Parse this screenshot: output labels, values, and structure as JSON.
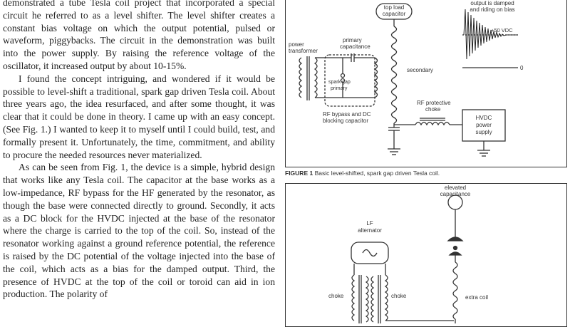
{
  "article": {
    "paragraphs": [
      "demonstrated a tube Tesla coil project that incorporated a special circuit he referred to as a level shifter. The level shifter creates a constant bias voltage on which the output potential, pulsed or waveform, piggybacks. The circuit in the demonstration was built into the power supply. By raising the reference voltage of the oscillator, it increased output by about 10-15%.",
      "I found the concept intriguing, and wondered if it would be possible to level-shift a traditional, spark gap driven Tesla coil. About three years ago, the idea resurfaced, and after some thought, it was clear that it could be done in theory. I came up with an easy concept. (See Fig. 1.) I wanted to keep it to myself until I could build, test, and formally present it. Unfortunately, the time, commitment, and ability to procure the needed resources never materialized.",
      "As can be seen from Fig. 1, the device is a simple, hybrid design that works like any Tesla coil. The capacitor at the base works as a low-impedance, RF bypass for the HF generated by the resonator, as though the base were connected directly to ground. Secondly, it acts as a DC block for the HVDC injected at the base of the resonator where the charge is carried to the top of the coil. So, instead of the resonator working against a ground reference potential, the reference is raised by the DC potential of the voltage injected into the base of the coil, which acts as a bias for the damped output. Third, the presence of HVDC at the top of the coil or toroid can aid in ion production. The polarity of"
    ]
  },
  "figure1": {
    "labels": {
      "top_load": [
        "top load",
        "capacitor"
      ],
      "output_note": [
        "output is damped",
        "and riding on bias"
      ],
      "bias_voltage": "+50 VDC",
      "zero": "0",
      "power_transformer": [
        "power",
        "transformer"
      ],
      "primary_capacitance": [
        "primary",
        "capacitance"
      ],
      "spark_gap": [
        "spark gap",
        "primary"
      ],
      "secondary": "secondary",
      "bypass_cap": [
        "RF bypass and DC",
        "blocking capacitor"
      ],
      "rf_choke": [
        "RF protective",
        "choke"
      ],
      "hvdc": [
        "HVDC",
        "power",
        "supply"
      ]
    },
    "caption_label": "FIGURE 1",
    "caption_text": " Basic level-shifted, spark gap driven Tesla coil."
  },
  "figure2": {
    "labels": {
      "elevated": [
        "elevated",
        "capacitance"
      ],
      "lf_alternator": [
        "LF",
        "alternator"
      ],
      "choke_left": "choke",
      "choke_right": "choke",
      "extra_coil": "extra coil"
    }
  },
  "colors": {
    "ink": "#333333",
    "text": "#222222",
    "border": "#333333"
  }
}
